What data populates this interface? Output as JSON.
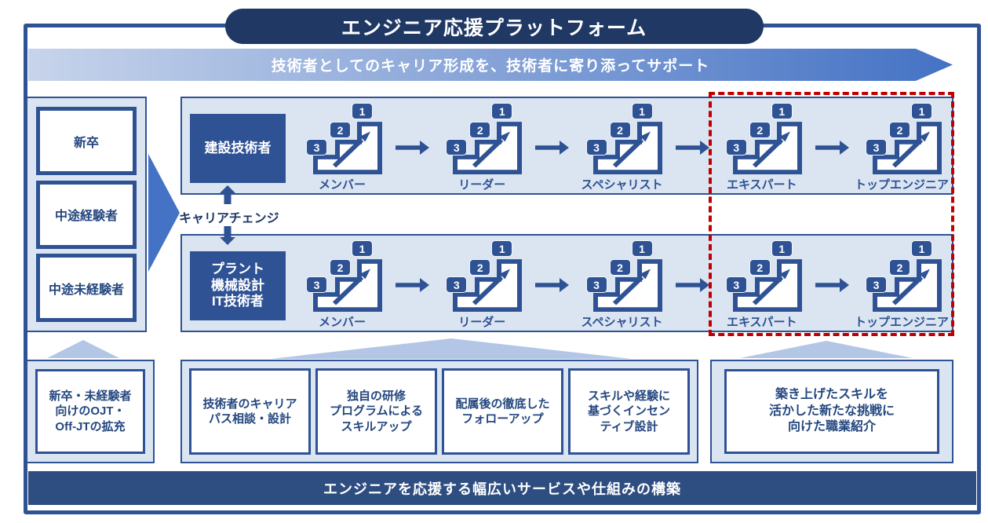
{
  "title": "エンジニア応援プラットフォーム",
  "banner": {
    "text": "技術者としてのキャリア形成を、技術者に寄り添ってサポート"
  },
  "entry": {
    "items": [
      "新卒",
      "中途経験者",
      "中途未経験者"
    ]
  },
  "career_change": {
    "label": "キャリアチェンジ"
  },
  "ladder": {
    "badges": [
      "1",
      "2",
      "3"
    ],
    "rows": [
      {
        "role": "建設技術者",
        "stages": [
          "メンバー",
          "リーダー",
          "スペシャリスト",
          "エキスパート",
          "トップエンジニア"
        ]
      },
      {
        "role": "プラント\n機械設計\nIT技術者",
        "stages": [
          "メンバー",
          "リーダー",
          "スペシャリスト",
          "エキスパート",
          "トップエンジニア"
        ]
      }
    ]
  },
  "support": {
    "left_box": "新卒・未経験者\n向けのOJT・\nOff-JTの拡充",
    "middle_boxes": [
      "技術者のキャリア\nパス相談・設計",
      "独自の研修\nプログラムによる\nスキルアップ",
      "配属後の徹底した\nフォローアップ",
      "スキルや経験に\n基づくインセン\nティブ設計"
    ],
    "right_box": "築き上げたスキルを\n活かした新たな挑戦に\n向けた職業紹介"
  },
  "footer": {
    "text": "エンジニアを応援する幅広いサービスや仕組みの構築"
  },
  "colors": {
    "navy_dark": "#1f3864",
    "navy_mid": "#2e5294",
    "bar_navy": "#2e4d80",
    "light_blue": "#dbe5f2",
    "tri_blue": "#b3c6e6",
    "banner_from": "#c7d4eb",
    "banner_to": "#4472c4",
    "red_dash": "#c00000",
    "arrow_blue": "#4472c4",
    "text_navy": "#24477f"
  }
}
